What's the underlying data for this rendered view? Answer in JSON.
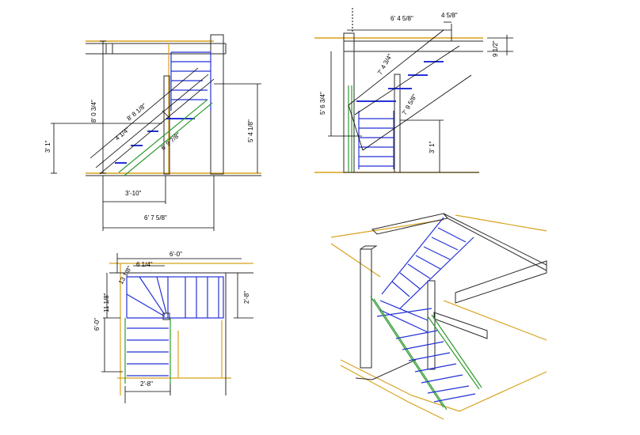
{
  "colors": {
    "frame": "#2a2a2a",
    "stair": "#2432d8",
    "stringer": "#2f9a2f",
    "floor": "#d8a21c",
    "dimension": "#000000"
  },
  "views": {
    "side_left": {
      "dims": {
        "top_rise": "8' 0 3/4\"",
        "stringer_len": "8' 8 1/8\"",
        "tread_run": "4 1/4\"",
        "right_rise": "5' 4 1/8\"",
        "left_rise": "3' 1\"",
        "slope_len": "6' 9 7/8\"",
        "bottom_run": "3'-10\"",
        "total_run": "6' 7 5/8\""
      }
    },
    "side_right": {
      "dims": {
        "top_run": "6' 4 5/8\"",
        "post_width": "4 5/8\"",
        "beam_depth": "9 1/2\"",
        "upper_slope": "7' 4 3/4\"",
        "lower_slope": "7' 9 5/8\"",
        "left_rise": "5' 6 3/4\"",
        "right_rise": "3' 1\""
      }
    },
    "plan": {
      "dims": {
        "top_width": "6'-0\"",
        "inner_offset": "6 1/4\"",
        "winder_a": "13 1/8\"",
        "winder_b": "11 1/8\"",
        "landing_depth": "2'-8\"",
        "lower_length": "6'-0\"",
        "bottom_width": "2'-8\""
      }
    },
    "iso": {}
  }
}
